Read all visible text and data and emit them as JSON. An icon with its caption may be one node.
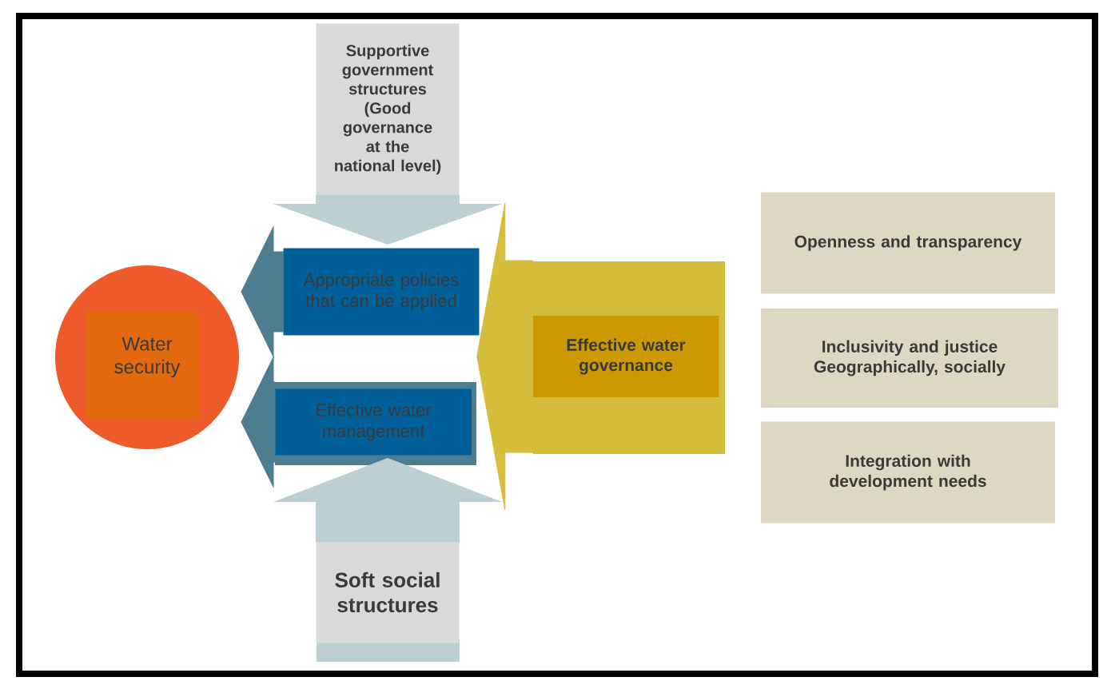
{
  "diagram": {
    "nodes": [
      {
        "text": [
          "Water security"
        ]
      },
      {
        "text": [
          "Supportive government structures",
          "(Good governance at the national level)"
        ]
      },
      {
        "text": [
          "Appropriate policies that can be applied"
        ]
      },
      {
        "text": [
          "Effective water management"
        ]
      },
      {
        "text": [
          "Effective water governance"
        ]
      },
      {
        "text": [
          "Openness and transparency"
        ]
      },
      {
        "text": [
          "Inclusivity and justice Geographically, socially"
        ]
      },
      {
        "text": [
          "Integration with development needs"
        ]
      },
      {
        "text": [
          "Soft social structures"
        ]
      }
    ],
    "edges": [
      {
        "from": 1,
        "to": 2,
        "arrow": "to",
        "color": "#bccfd3"
      },
      {
        "from": 8,
        "to": 3,
        "arrow": "to",
        "color": "#bccfd3"
      },
      {
        "from": 2,
        "to": 0,
        "arrow": "to",
        "color": "#4d7d90"
      },
      {
        "from": 3,
        "to": 0,
        "arrow": "to",
        "color": "#4d7d90"
      },
      {
        "from": 4,
        "to": 2,
        "arrow": "to",
        "color": "#d4bd3a"
      },
      {
        "from": 4,
        "to": 3,
        "arrow": "to",
        "color": "#d4bd3a"
      }
    ]
  }
}
